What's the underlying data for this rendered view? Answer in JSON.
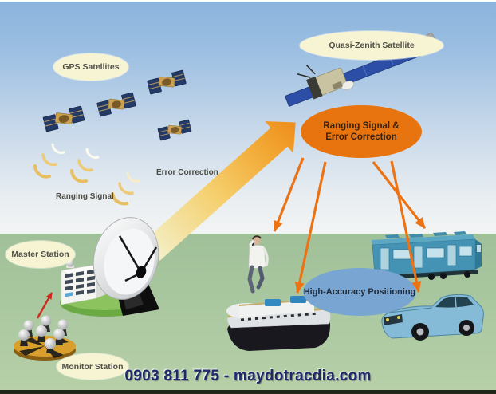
{
  "scene": {
    "labels": {
      "gps_satellites": "GPS Satellites",
      "quasi_zenith_satellite": "Quasi-Zenith Satellite",
      "error_correction": "Error Correction",
      "ranging_signal": "Ranging Signal",
      "master_station": "Master Station",
      "monitor_station": "Monitor Station"
    },
    "callouts": {
      "ranging_error": {
        "line1": "Ranging Signal &",
        "line2": "Error Correction"
      },
      "high_accuracy": {
        "text": "High-Accuracy Positioning"
      }
    },
    "icons": {
      "gps_satellite": "gps-satellite-icon",
      "quasi_zenith": "quasi-zenith-satellite-icon",
      "signal_arcs": "radio-wave-arcs-icon",
      "uplink_beam": "uplink-beam-arrow",
      "broadcast_arrows": "broadcast-arrow",
      "master_dish": "dish-antenna-icon",
      "master_building": "station-building-icon",
      "monitor_array": "antenna-array-icon",
      "person": "person-with-phone-icon",
      "ship": "ship-icon",
      "train": "train-icon",
      "car": "car-icon"
    },
    "colors": {
      "sky_top": "#8ab3dc",
      "sky_horizon": "#f2f4f4",
      "ground": "#aac8a0",
      "label_bg": "#f7f4d3",
      "callout_orange": "#e8740f",
      "callout_blue": "#79a5d2",
      "arrow_orange": "#ed7214",
      "arrow_red": "#cf2a1d",
      "beam_yellow": "#f3efc6",
      "beam_orange": "#ef8f1f",
      "satellite_panel": "#2c4ea6",
      "footer_text": "#1f2a6a"
    }
  },
  "footer": {
    "contact": "0903 811 775 - maydotracdia.com"
  }
}
